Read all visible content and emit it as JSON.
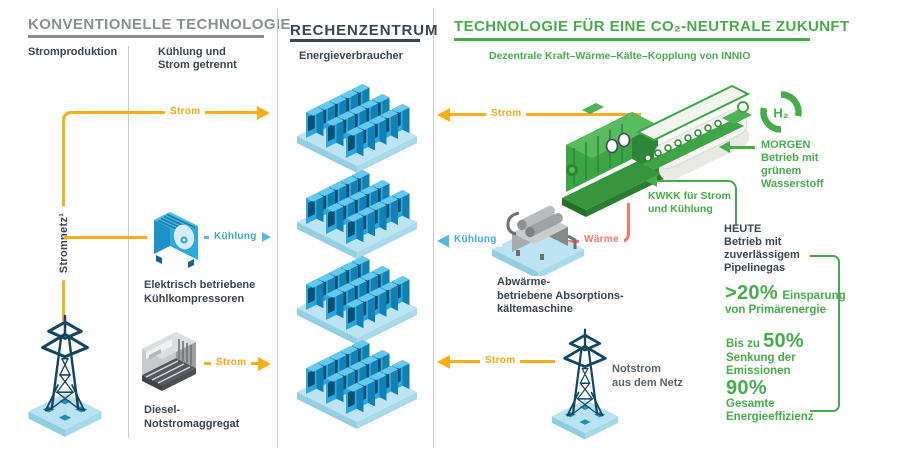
{
  "header": {
    "left": {
      "title": "KONVENTIONELLE TECHNOLOGIE",
      "col1": "Stromproduktion",
      "col2_line1": "Kühlung und",
      "col2_line2": "Strom getrennt"
    },
    "center": {
      "title": "RECHENZENTRUM",
      "subtitle": "Energieverbraucher"
    },
    "right": {
      "title": "TECHNOLOGIE FÜR EINE CO₂-NEUTRALE ZUKUNFT",
      "subtitle": "Dezentrale Kraft–Wärme–Kälte–Kopplung von INNIO"
    }
  },
  "flow_labels": {
    "strom": "Strom",
    "kuehlung": "Kühlung",
    "waerme": "Wärme",
    "stromnetz": "Stromnetz¹"
  },
  "left_column": {
    "kompressor_line1": "Elektrisch betriebene",
    "kompressor_line2": "Kühlkompressoren",
    "diesel_line1": "Diesel-",
    "diesel_line2": "Notstromaggregat"
  },
  "right_column": {
    "kwkk_line1": "KWKK für Strom",
    "kwkk_line2": "und Kühlung",
    "h2": "H₂",
    "morgen": {
      "title": "MORGEN",
      "line1": "Betrieb mit",
      "line2": "grünem",
      "line3": "Wasserstoff"
    },
    "heute": {
      "title": "HEUTE",
      "line1": "Betrieb mit",
      "line2": "zuverlässigem",
      "line3": "Pipelinegas"
    },
    "absorber_line1": "Abwärme-",
    "absorber_line2": "betriebene Absorptions-",
    "absorber_line3": "kältemaschine",
    "notstrom_line1": "Notstrom",
    "notstrom_line2": "aus dem Netz",
    "stats": [
      {
        "value": ">20%",
        "label_inline": "Einsparung",
        "line2": "von Primärenergie"
      },
      {
        "prefix": "Bis zu ",
        "value": "50%",
        "line2": "Senkung der",
        "line3": "Emissionen"
      },
      {
        "value": "90%",
        "line2": "Gesamte",
        "line3": "Energieeffizienz"
      }
    ]
  },
  "colors": {
    "strom_yellow": "#FBAF17",
    "kuehlung_blue": "#54B8E0",
    "waerme_red": "#F0786D",
    "green": "#47AB4D",
    "navy": "#3A4551",
    "gray": "#8B8E90"
  }
}
